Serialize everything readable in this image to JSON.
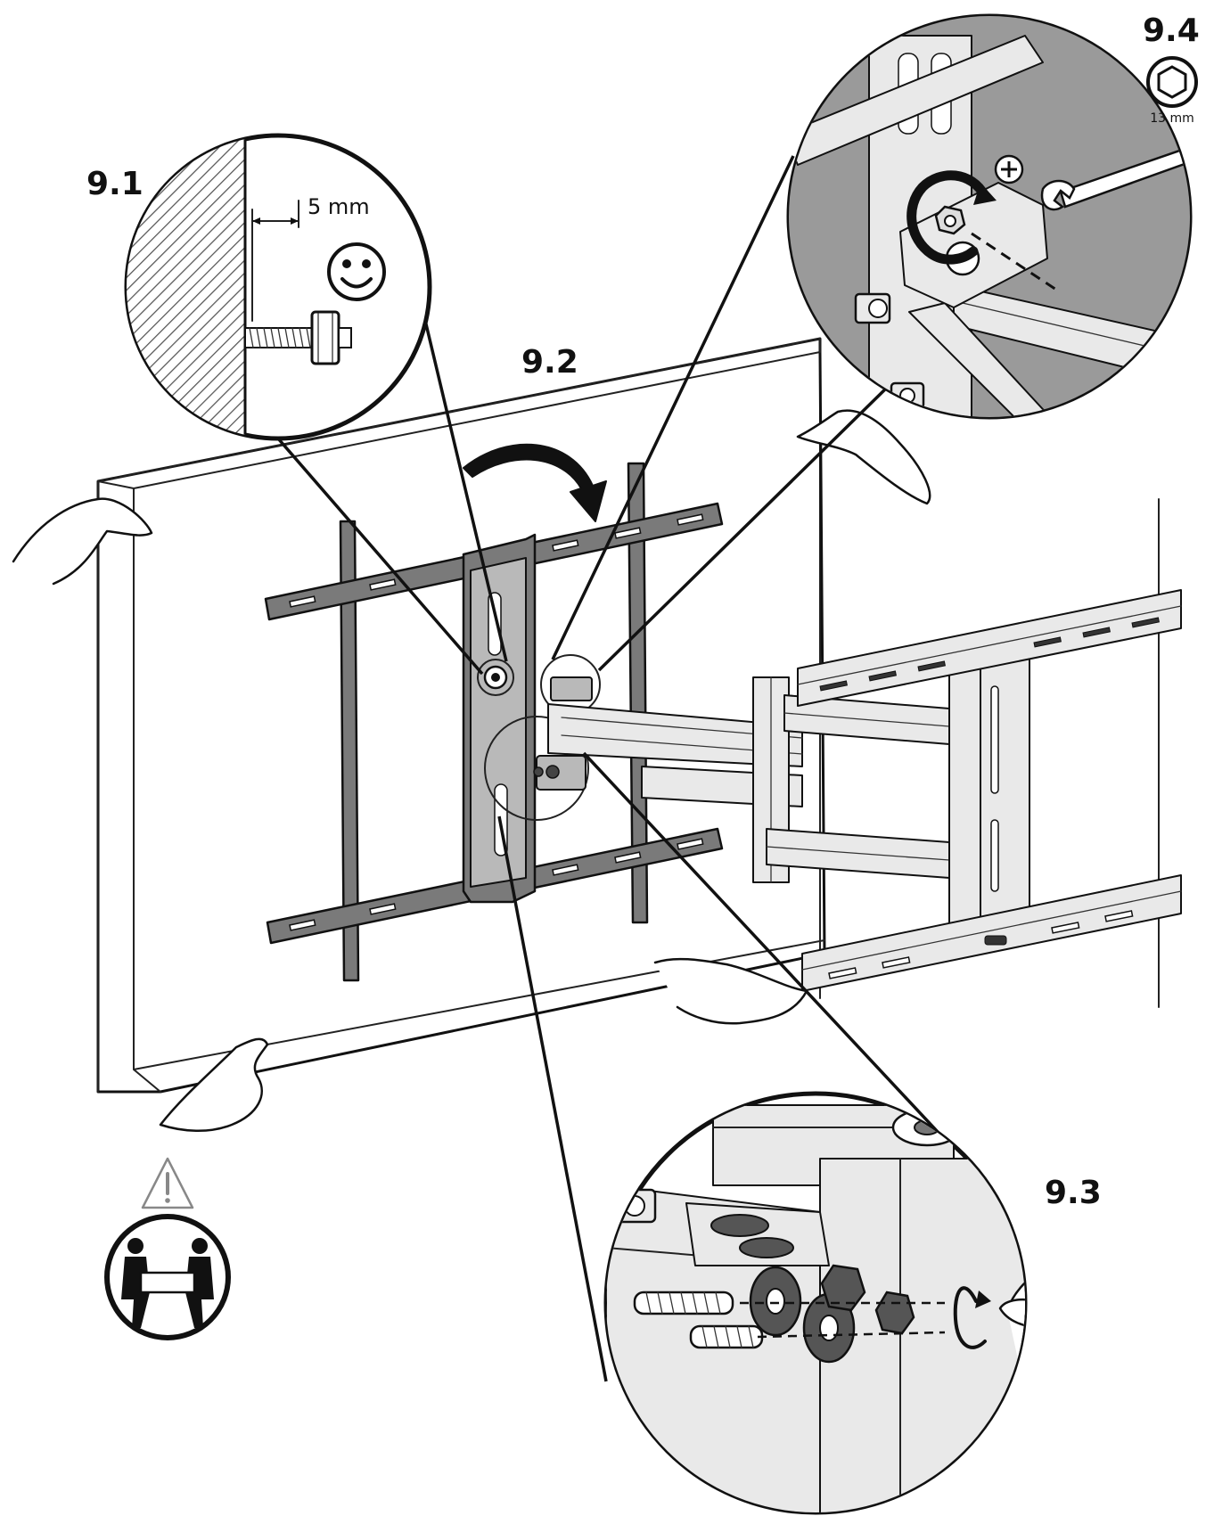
{
  "steps": {
    "s1": "9.1",
    "s2": "9.2",
    "s3": "9.3",
    "s4": "9.4"
  },
  "detail_9_1": {
    "gap_label": "5 mm",
    "icon": "smiley-icon"
  },
  "tool_9_4": {
    "size_label": "13 mm",
    "icon": "hex-socket-icon"
  },
  "warning": {
    "icons": [
      "warning-triangle-icon",
      "two-person-lift-icon"
    ]
  },
  "colors": {
    "line": "#111111",
    "metal": "#7a7a7a",
    "detail_background": "#9a9a9a"
  }
}
